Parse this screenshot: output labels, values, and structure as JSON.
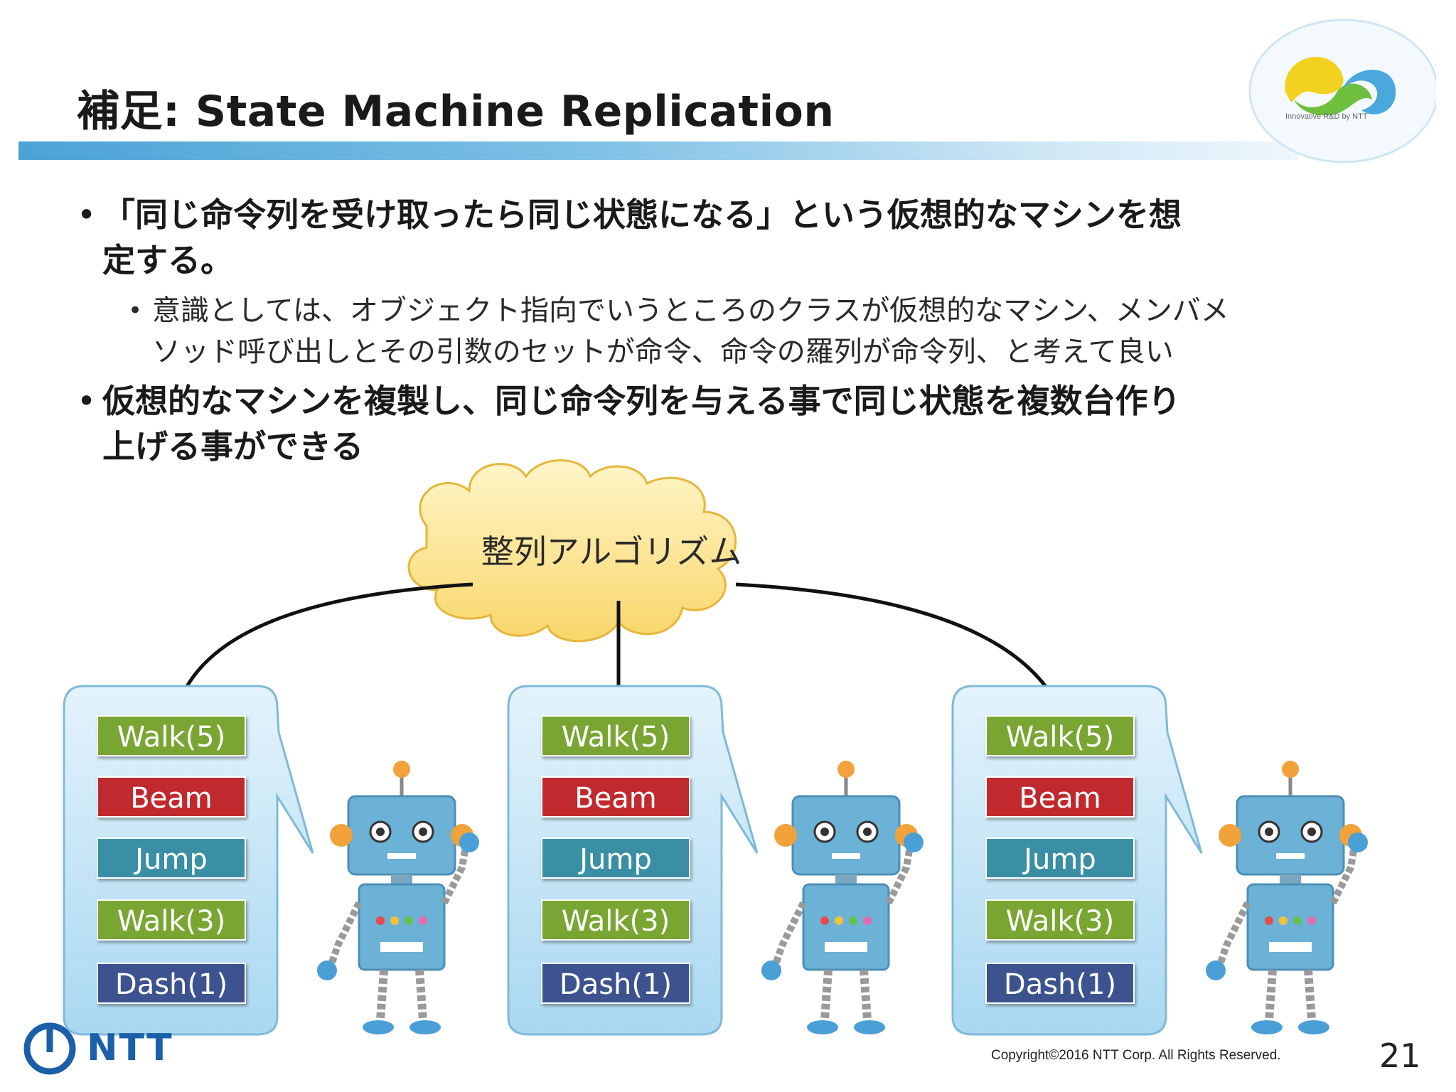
{
  "slide": {
    "title": "補足: State Machine Replication",
    "logo_text": "Innovative R&D by NTT",
    "page_number": "21",
    "copyright": "Copyright©2016  NTT Corp. All Rights Reserved.",
    "brand": "NTT"
  },
  "bullets": {
    "main1_line1": "「同じ命令列を受け取ったら同じ状態になる」という仮想的なマシンを想",
    "main1_line2": "定する。",
    "sub1_line1": "意識としては、オブジェクト指向でいうところのクラスが仮想的なマシン、メンバメ",
    "sub1_line2": "ソッド呼び出しとその引数のセットが命令、命令の羅列が命令列、と考えて良い",
    "main2_line1": "仮想的なマシンを複製し、同じ命令列を与える事で同じ状態を複数台作り",
    "main2_line2": "上げる事ができる"
  },
  "diagram": {
    "cloud_label": "整列アルゴリズム",
    "commands": [
      "Walk(5)",
      "Beam",
      "Jump",
      "Walk(3)",
      "Dash(1)"
    ],
    "command_colors": {
      "walk": "#79a632",
      "beam": "#c0292e",
      "jump": "#3a8fa4",
      "dash": "#3c5390"
    }
  }
}
